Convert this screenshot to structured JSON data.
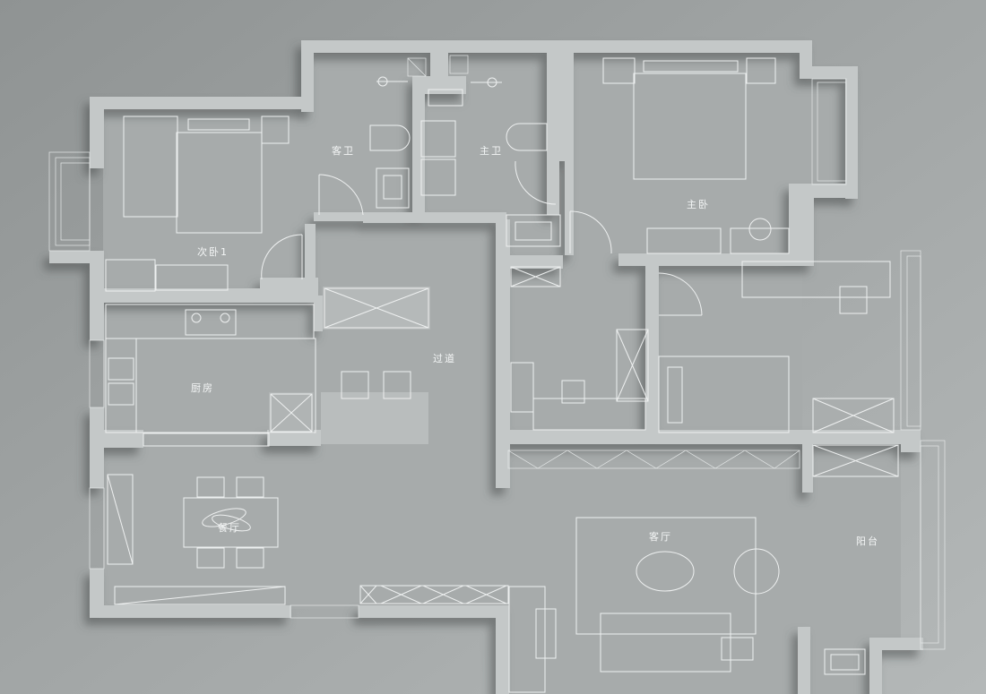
{
  "background_color": "#9a9e9e",
  "wall_color": "#c4c8c8",
  "line_color": "#eef0f0",
  "rooms": {
    "secondary_bedroom": "次卧1",
    "guest_bathroom": "客卫",
    "master_bathroom": "主卫",
    "master_bedroom": "主卧",
    "hallway": "过道",
    "kitchen": "厨房",
    "dining_room": "餐厅",
    "living_room": "客厅",
    "balcony": "阳台"
  }
}
